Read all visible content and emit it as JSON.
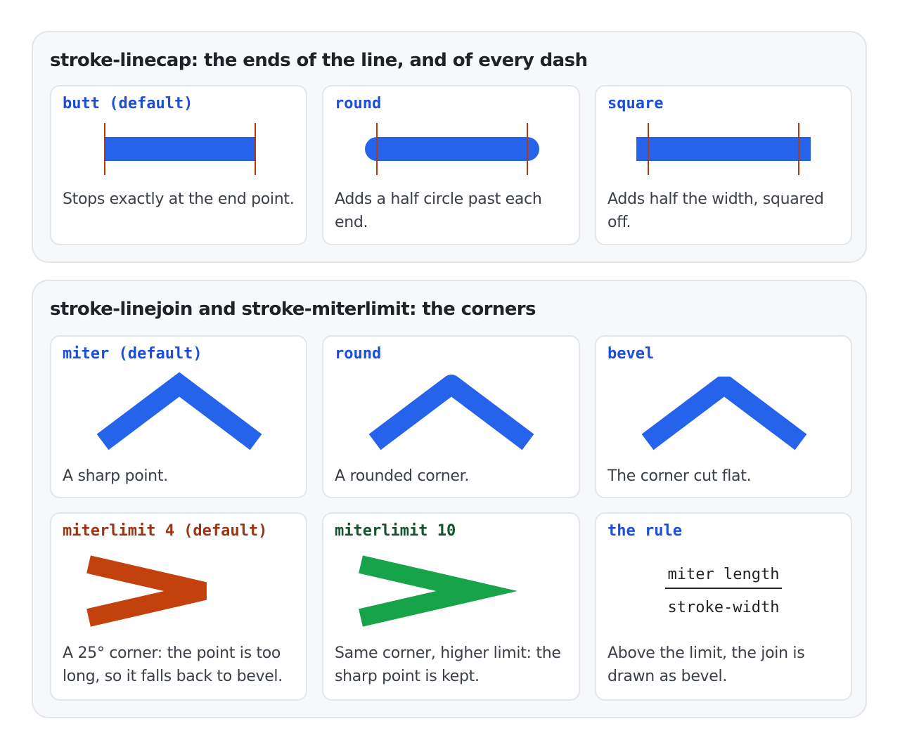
{
  "linecap": {
    "title": "stroke-linecap: the ends of the line, and of every dash",
    "cards": [
      {
        "label": "butt (default)",
        "desc": "Stops exactly at the end point.",
        "cap": "butt"
      },
      {
        "label": "round",
        "desc": "Adds a half circle past each end.",
        "cap": "round"
      },
      {
        "label": "square",
        "desc": "Adds half the width, squared off.",
        "cap": "square"
      }
    ]
  },
  "linejoin": {
    "title": "stroke-linejoin and stroke-miterlimit: the corners",
    "cards": [
      {
        "label": "miter (default)",
        "desc": "A sharp point.",
        "join": "miter"
      },
      {
        "label": "round",
        "desc": "A rounded corner.",
        "join": "round"
      },
      {
        "label": "bevel",
        "desc": "The corner cut flat.",
        "join": "bevel"
      },
      {
        "label": "miterlimit 4 (default)",
        "desc": "A 25° corner: the point is too long, so it falls back to bevel.",
        "miterlimit": 4
      },
      {
        "label": "miterlimit 10",
        "desc": "Same corner, higher limit: the sharp point is kept.",
        "miterlimit": 10
      },
      {
        "label": "the rule",
        "desc": "Above the limit, the join is drawn as bevel.",
        "numerator": "miter length",
        "denominator": "stroke-width"
      }
    ]
  },
  "colors": {
    "stroke_blue": "#2563eb",
    "marker_line": "#b23a0e",
    "stroke_orange": "#c2410c",
    "stroke_green": "#16a34a",
    "label_blue": "#1d4ed8",
    "label_orange": "#9a3412",
    "label_green": "#14532d"
  }
}
